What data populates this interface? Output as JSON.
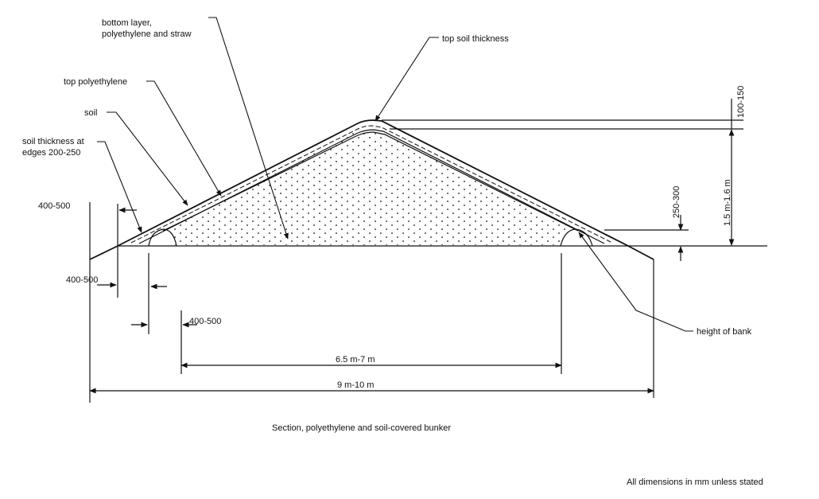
{
  "labels": {
    "bottom_layer": [
      "bottom layer,",
      "polyethylene and straw"
    ],
    "top_soil_thickness": "top soil thickness",
    "top_polyethylene": "top polyethylene",
    "soil": "soil",
    "soil_thickness_edges": [
      "soil thickness at",
      "edges 200-250"
    ],
    "height_of_bank": "height of bank"
  },
  "dimensions": {
    "d_400_500_left": "400-500",
    "d_400_500_mid": "400-500",
    "d_400_500_low": "400-500",
    "d_100_150": "100-150",
    "d_250_300": "250-300",
    "d_height": "1.5 m-1.6 m",
    "d_inner_width": "6.5 m-7 m",
    "d_outer_width": "9 m-10 m"
  },
  "caption": "Section, polyethylene and soil-covered bunker",
  "note": "All dimensions in mm unless stated",
  "colors": {
    "ink": "#111111",
    "paper": "#ffffff"
  }
}
